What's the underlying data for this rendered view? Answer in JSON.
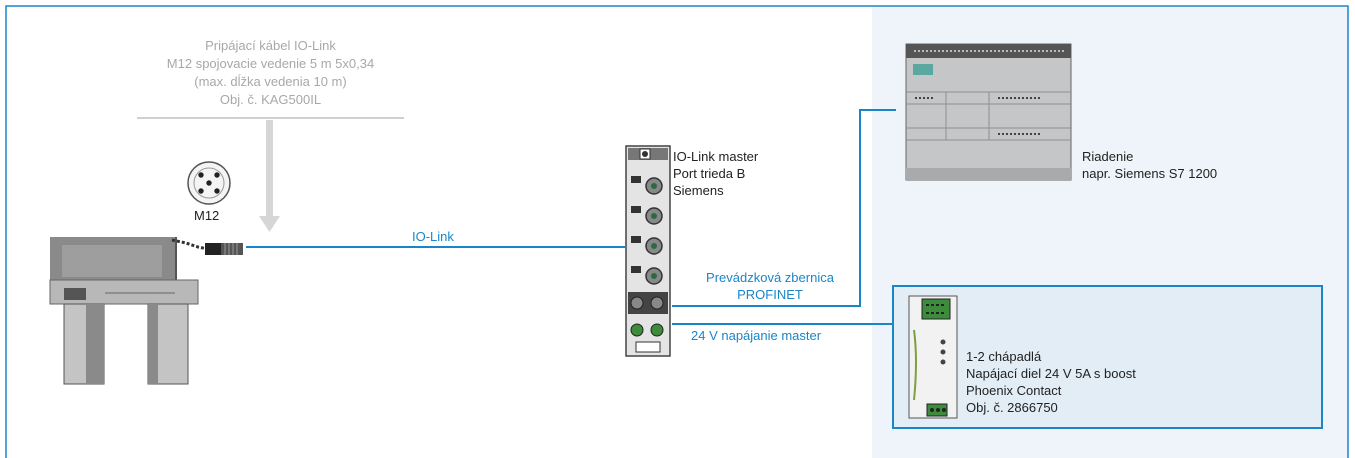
{
  "cable": {
    "line1": "Pripájací kábel IO-Link",
    "line2": "M12 spojovacie vedenie 5 m 5x0,34",
    "line3": "(max. dĺžka vedenia 10 m)",
    "line4": "Obj. č. KAG500IL"
  },
  "connector": {
    "label": "M12"
  },
  "link": {
    "label": "IO-Link"
  },
  "master": {
    "line1": "IO-Link master",
    "line2": "Port trieda B",
    "line3": "Siemens"
  },
  "bus": {
    "line1": "Prevádzková zbernica",
    "line2": "PROFINET"
  },
  "power_line": {
    "label": "24 V napájanie master"
  },
  "controller": {
    "line1": "Riadenie",
    "line2": "napr. Siemens S7 1200"
  },
  "power_supply": {
    "line1": "1-2 chápadlá",
    "line2": "Napájací diel 24 V 5A s boost",
    "line3": "Phoenix Contact",
    "line4": "Obj. č. 2866750"
  },
  "colors": {
    "frame_blue": "#1a86c8",
    "panel_fill": "#eef4f9",
    "highlight_fill": "#e3edf6",
    "label_gray": "#a8a8a8"
  }
}
